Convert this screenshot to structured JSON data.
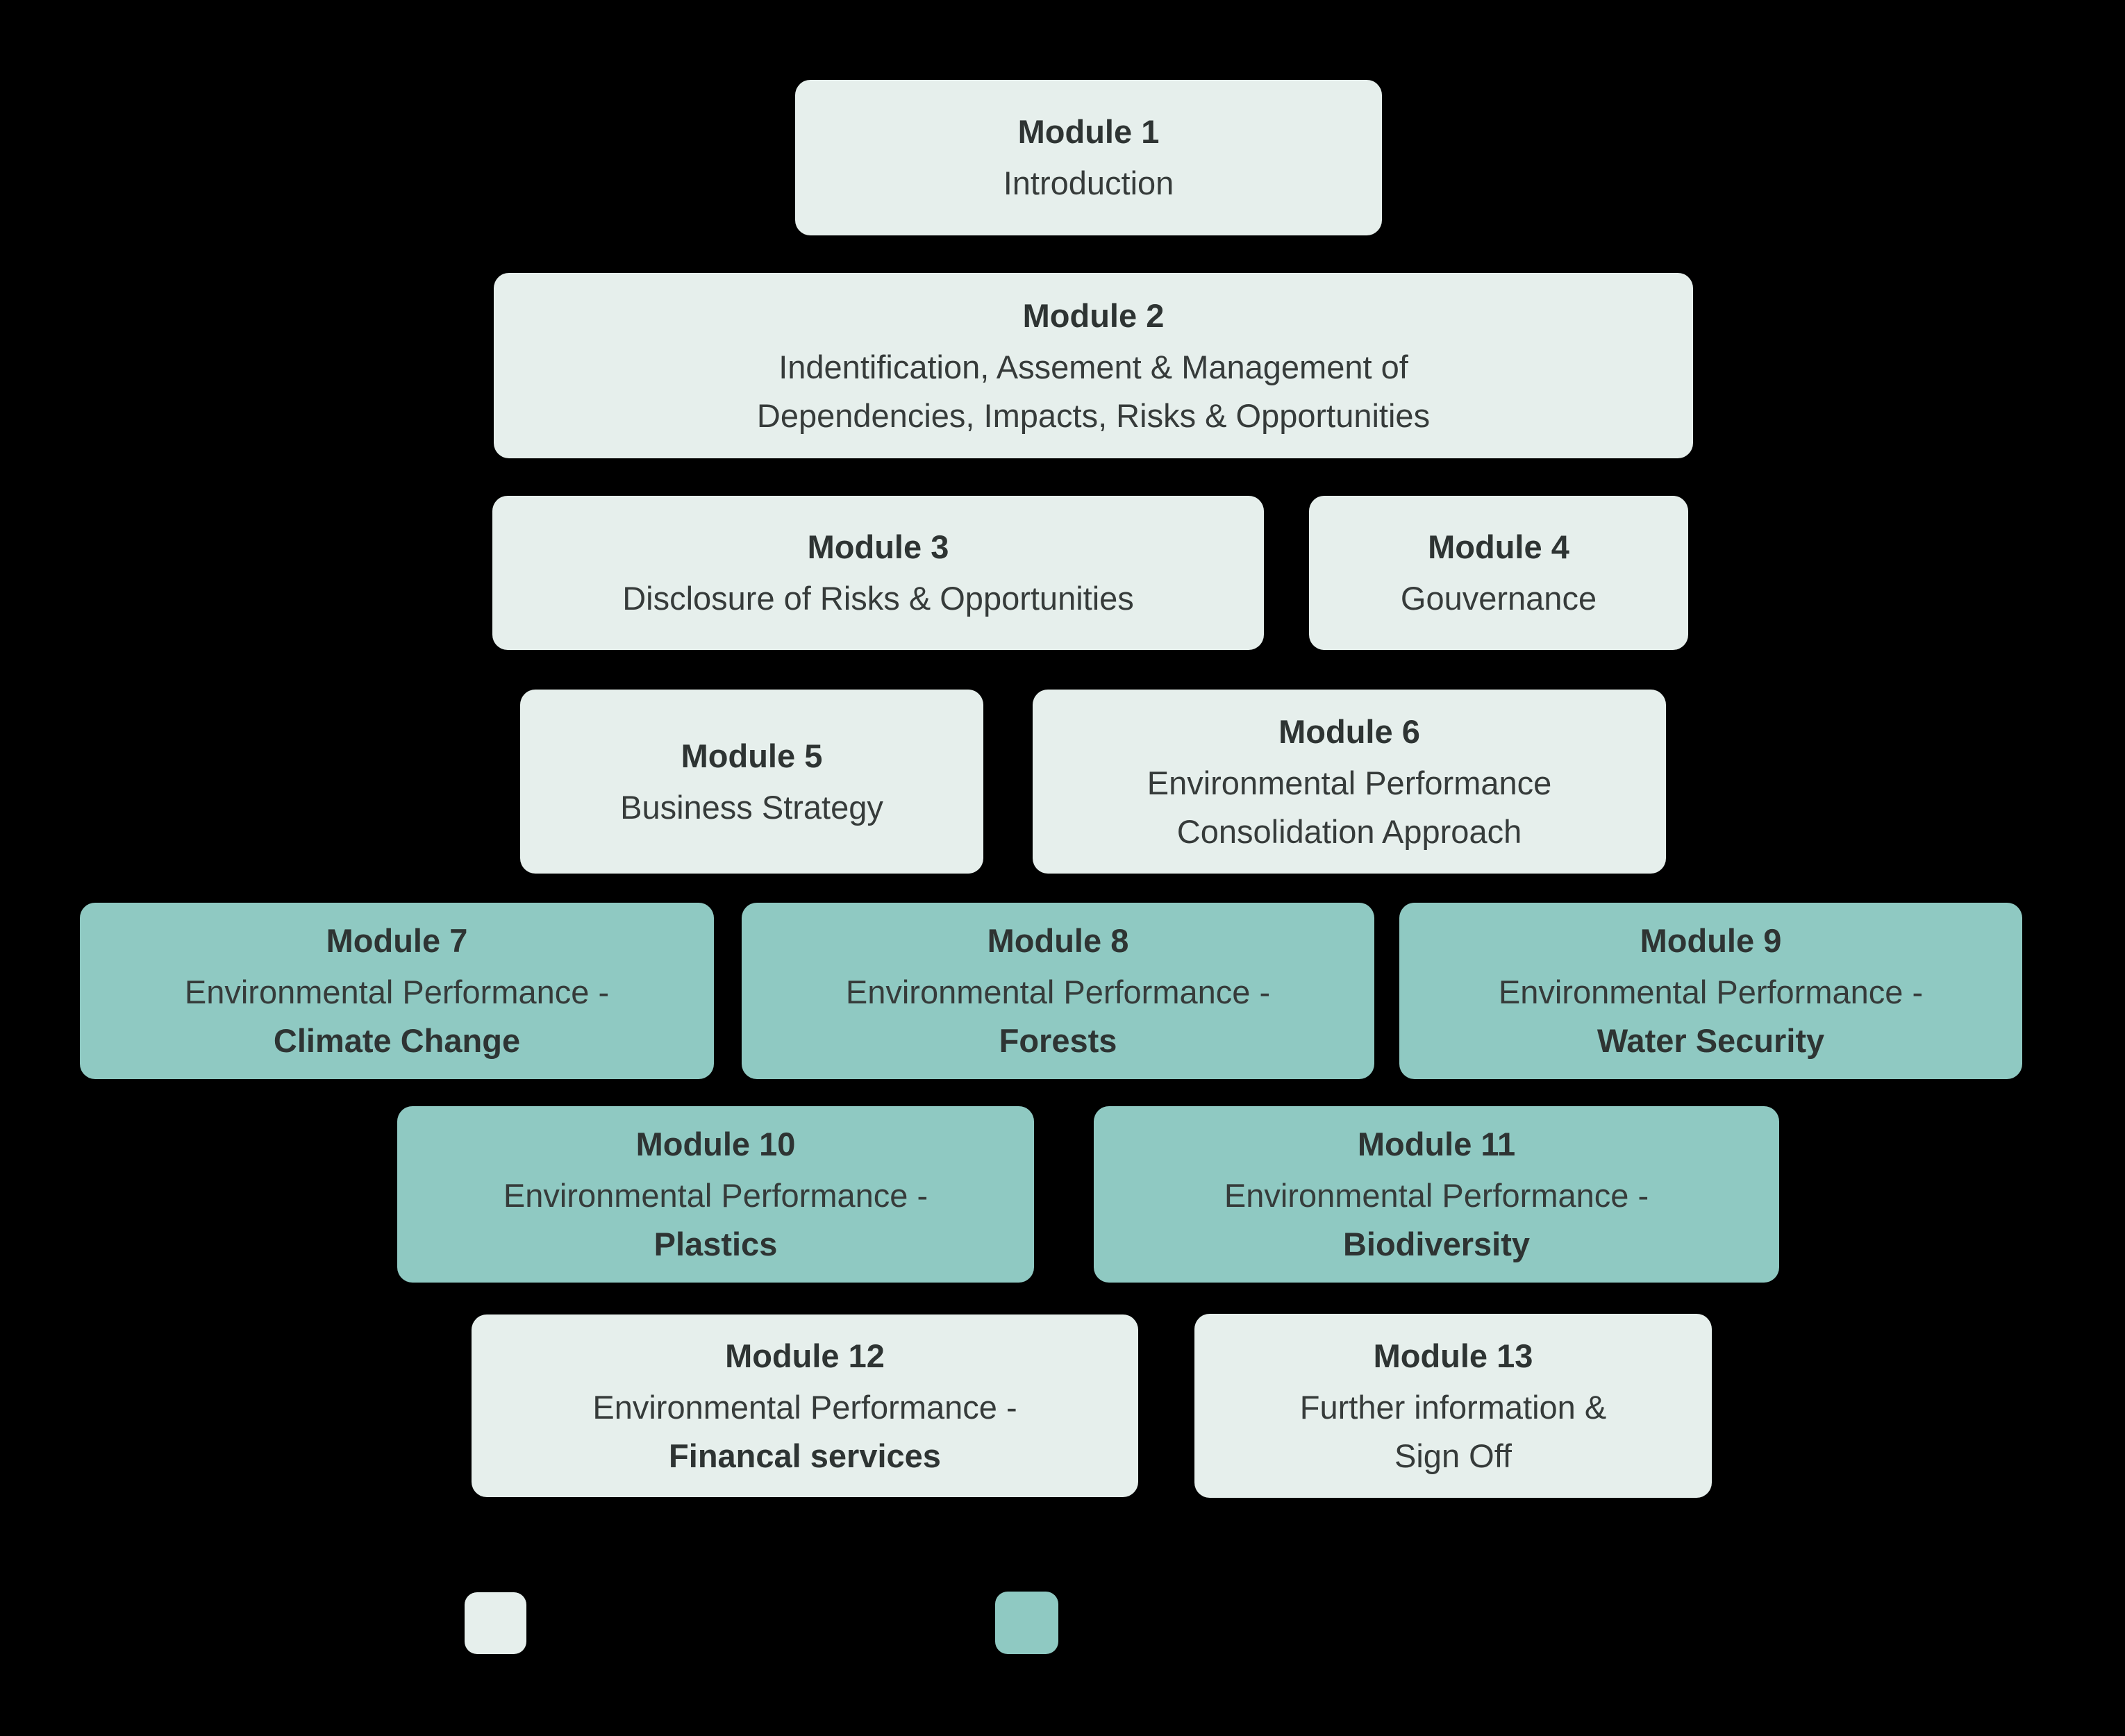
{
  "diagram": {
    "background_color": "#000000",
    "colors": {
      "light_box": "#e6efec",
      "teal_box": "#8fc9c2",
      "text": "#363b3a"
    },
    "modules": [
      {
        "title": "Module 1",
        "line1": "Introduction",
        "variant": "light"
      },
      {
        "title": "Module 2",
        "line1": "Indentification, Assement & Management of",
        "line2": "Dependencies, Impacts, Risks & Opportunities",
        "variant": "light"
      },
      {
        "title": "Module 3",
        "line1": "Disclosure of Risks & Opportunities",
        "variant": "light"
      },
      {
        "title": "Module 4",
        "line1": "Gouvernance",
        "variant": "light"
      },
      {
        "title": "Module 5",
        "line1": "Business Strategy",
        "variant": "light"
      },
      {
        "title": "Module 6",
        "line1": "Environmental Performance",
        "line2": "Consolidation Approach",
        "variant": "light"
      },
      {
        "title": "Module 7",
        "line1": "Environmental Performance -",
        "line2": "Climate Change",
        "variant": "teal"
      },
      {
        "title": "Module 8",
        "line1": "Environmental Performance -",
        "line2": "Forests",
        "variant": "teal"
      },
      {
        "title": "Module 9",
        "line1": "Environmental Performance -",
        "line2": "Water Security",
        "variant": "teal"
      },
      {
        "title": "Module 10",
        "line1": "Environmental Performance -",
        "line2": "Plastics",
        "variant": "teal"
      },
      {
        "title": "Module 11",
        "line1": "Environmental Performance -",
        "line2": "Biodiversity",
        "variant": "teal"
      },
      {
        "title": "Module 12",
        "line1": "Environmental Performance -",
        "line2": "Financal services",
        "variant": "light"
      },
      {
        "title": "Module 13",
        "line1": "Further information &",
        "line2": "Sign Off",
        "variant": "light"
      }
    ],
    "legend": {
      "light_swatch_color": "#e6efec",
      "teal_swatch_color": "#8fc9c2"
    }
  }
}
